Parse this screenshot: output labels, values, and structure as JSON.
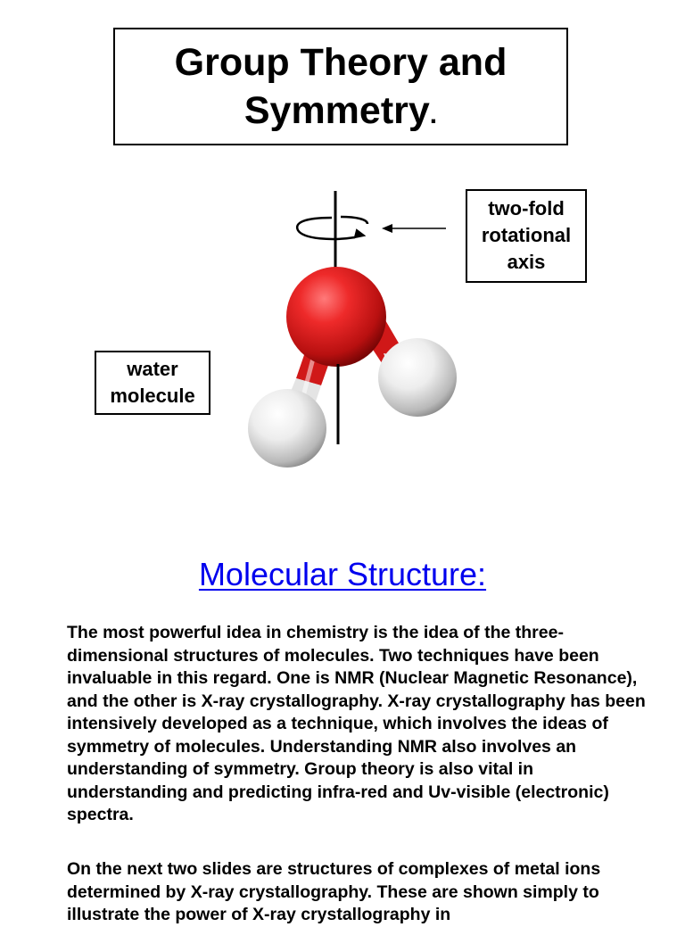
{
  "title": {
    "line1": "Group Theory and",
    "line2": "Symmetry",
    "period": "."
  },
  "diagram": {
    "axis_label": {
      "line1": "two-fold",
      "line2": "rotational",
      "line3": "axis"
    },
    "molecule_label": {
      "line1": "water",
      "line2": "molecule"
    },
    "colors": {
      "oxygen": "#e02020",
      "hydrogen": "#f0f0f0",
      "axis": "#000000"
    },
    "icons": [
      "rotation-arrow-icon",
      "pointer-arrow-icon"
    ]
  },
  "section": {
    "heading": "Molecular Structure:",
    "heading_color": "#0000ee"
  },
  "paragraphs": {
    "p1": "The most powerful idea in chemistry is the idea of the three-dimensional structures of molecules. Two techniques have been invaluable in this regard. One is NMR (Nuclear Magnetic Resonance), and the other is X-ray crystallography. X-ray crystallography has been intensively developed as a technique, which involves the ideas of symmetry of molecules. Understanding NMR also involves an understanding of symmetry. Group theory is also vital in understanding and predicting infra-red and Uv-visible (electronic) spectra.",
    "p2": "On the next two slides are structures of complexes of metal ions determined by X-ray crystallography. These are shown simply to illustrate the power of X-ray crystallography in"
  }
}
